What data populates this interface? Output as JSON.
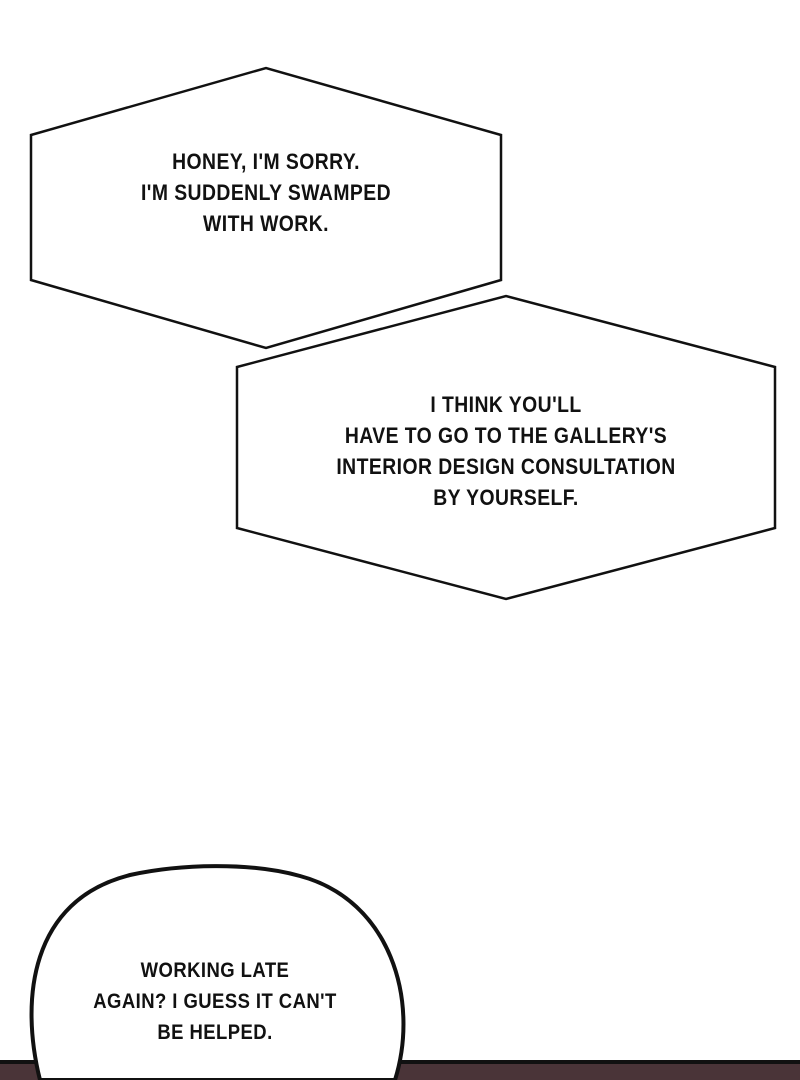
{
  "bubbles": [
    {
      "lines": [
        "HONEY, I'M SORRY.",
        "I'M SUDDENLY SWAMPED",
        "WITH WORK."
      ]
    },
    {
      "lines": [
        "I THINK YOU'LL",
        "HAVE TO GO TO THE GALLERY'S",
        "INTERIOR DESIGN CONSULTATION",
        "BY YOURSELF."
      ]
    },
    {
      "lines": [
        "WORKING LATE",
        "AGAIN? I GUESS IT CAN'T",
        "BE HELPED."
      ]
    }
  ],
  "colors": {
    "panel_bottom": "#4a3438",
    "ink": "#111111"
  }
}
